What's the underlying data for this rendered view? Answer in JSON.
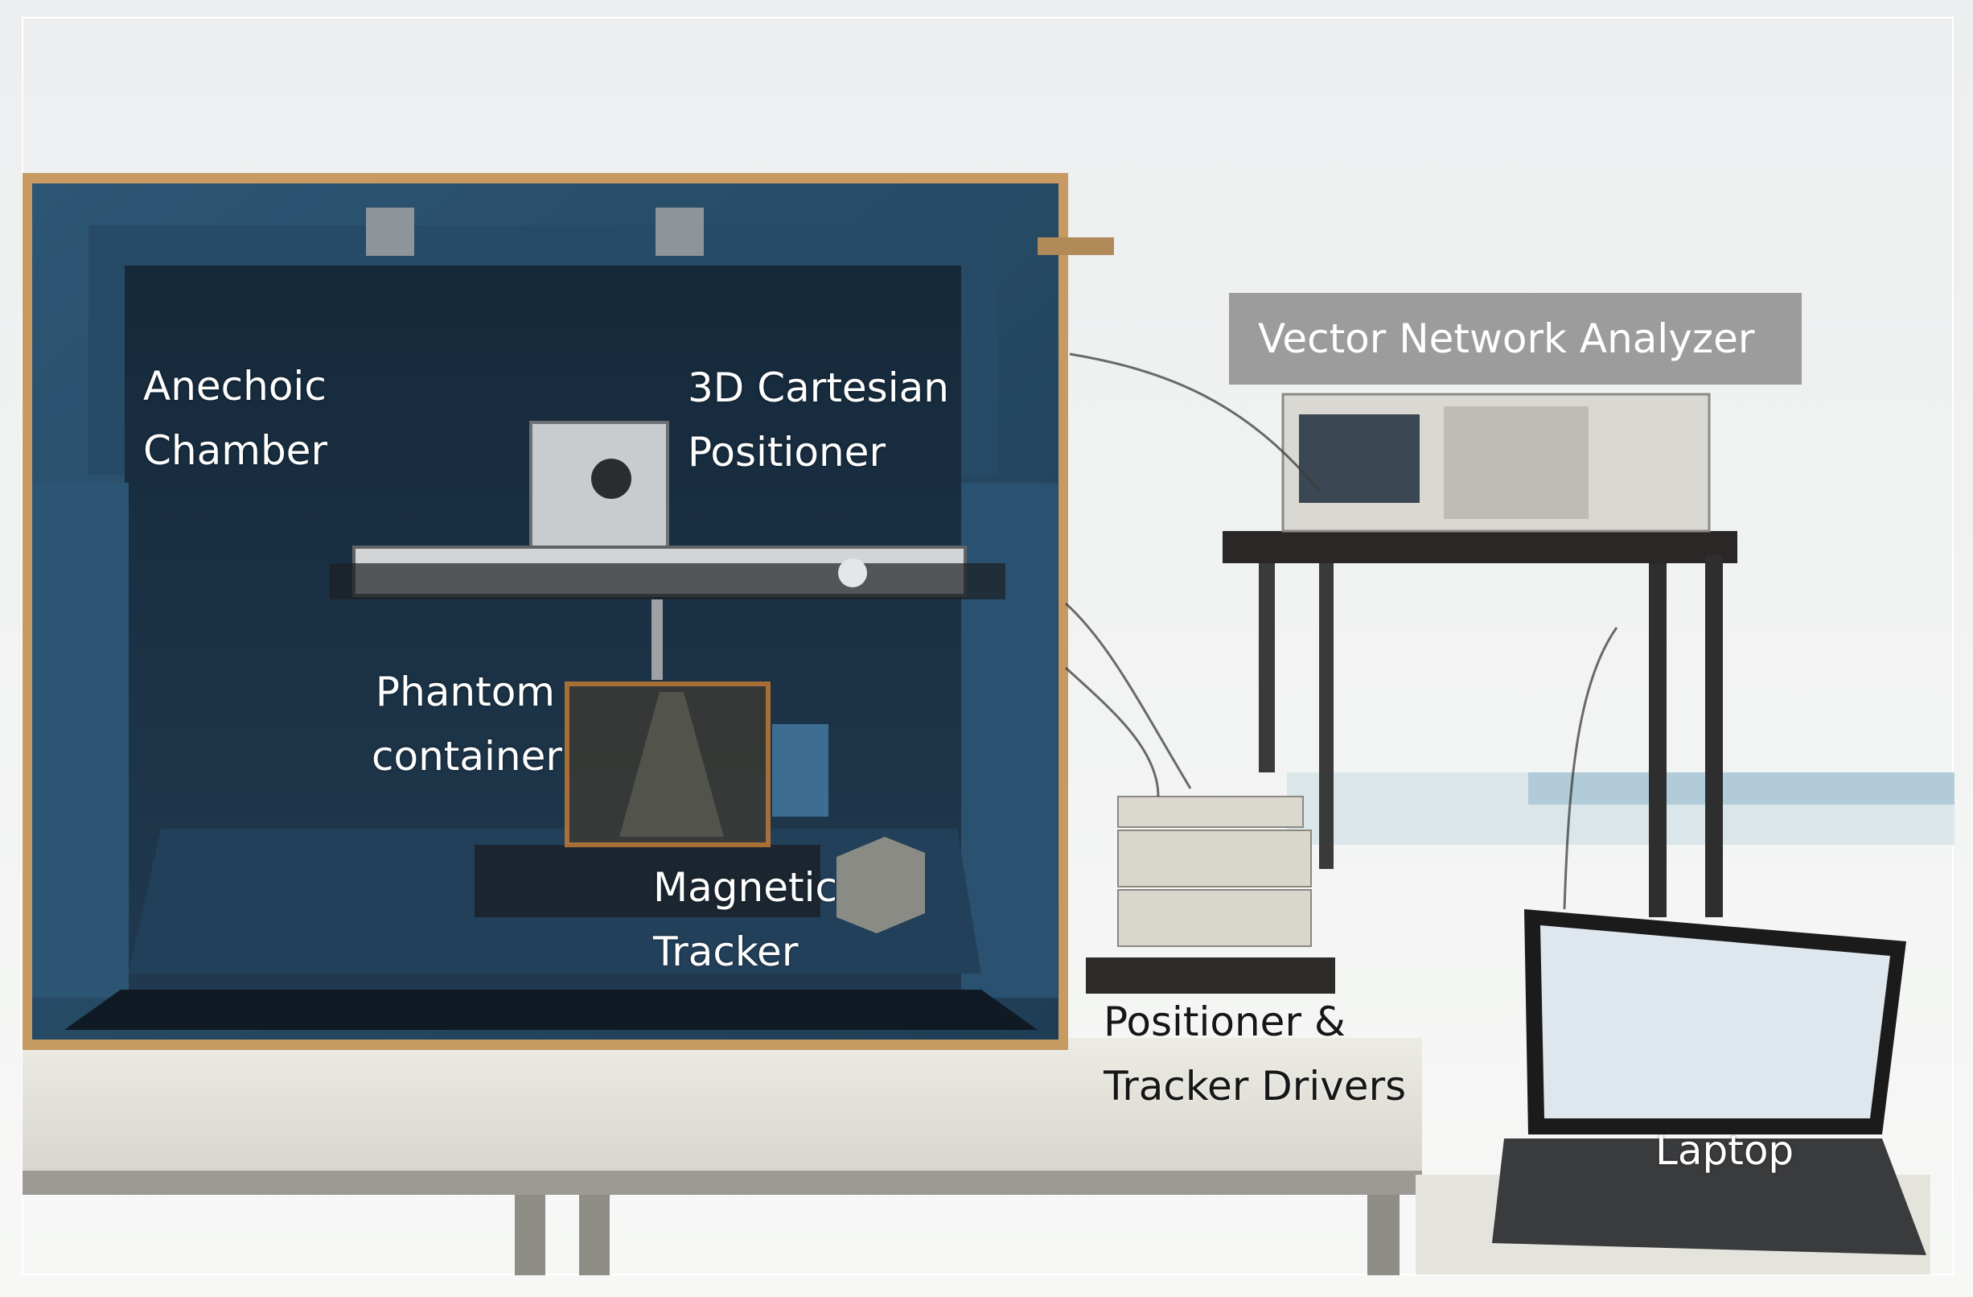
{
  "photo": {
    "description_free": true,
    "colors": {
      "background_wall": "#f2f4f5",
      "chamber_foam": "#2f5570",
      "chamber_wood": "#c79a62",
      "label_text": "#ffffff",
      "vna_label_box": "#9c9c9c"
    }
  },
  "labels": {
    "anechoic_chamber": [
      "Anechoic",
      "Chamber"
    ],
    "cartesian_positioner": [
      "3D Cartesian",
      "Positioner"
    ],
    "phantom_container": [
      "Phantom",
      "container"
    ],
    "magnetic_tracker": [
      "Magnetic",
      "Tracker"
    ],
    "vector_network_analyzer": "Vector Network Analyzer",
    "drivers": [
      "Positioner &",
      "Tracker Drivers"
    ],
    "laptop": "Laptop"
  }
}
